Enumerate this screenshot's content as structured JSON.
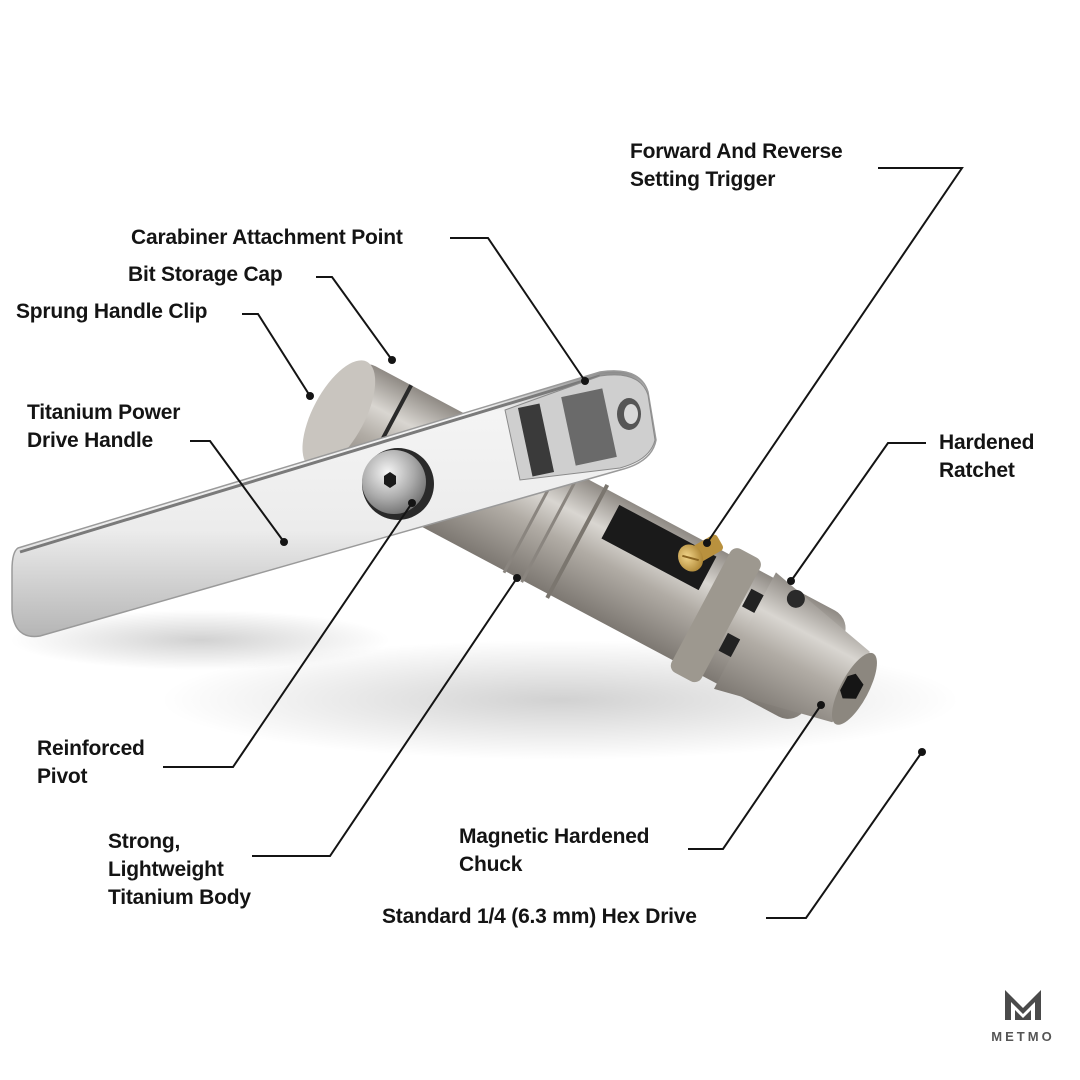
{
  "brand": {
    "name": "METMO",
    "logo_icon": "metmo-m-logo-icon",
    "logo_color": "#4a4a4a"
  },
  "product": {
    "description": "Titanium ratchet driver with folding power drive handle",
    "colors": {
      "titanium": "#a8a49e",
      "polished_handle": "#e6e6e6",
      "brass_trigger": "#c9a24a",
      "dark_slot": "#1a1a1a"
    }
  },
  "callouts": [
    {
      "id": "forward-reverse-trigger",
      "lines": [
        "Forward And Reverse",
        "Setting Trigger"
      ]
    },
    {
      "id": "carabiner-attachment-point",
      "lines": [
        "Carabiner Attachment Point"
      ]
    },
    {
      "id": "bit-storage-cap",
      "lines": [
        "Bit Storage Cap"
      ]
    },
    {
      "id": "sprung-handle-clip",
      "lines": [
        "Sprung Handle Clip"
      ]
    },
    {
      "id": "titanium-power-drive-handle",
      "lines": [
        "Titanium Power",
        "Drive Handle"
      ]
    },
    {
      "id": "hardened-ratchet",
      "lines": [
        "Hardened",
        "Ratchet"
      ]
    },
    {
      "id": "reinforced-pivot",
      "lines": [
        "Reinforced",
        "Pivot"
      ]
    },
    {
      "id": "titanium-body",
      "lines": [
        "Strong,",
        "Lightweight",
        "Titanium Body"
      ]
    },
    {
      "id": "magnetic-hardened-chuck",
      "lines": [
        "Magnetic Hardened",
        "Chuck"
      ]
    },
    {
      "id": "hex-drive",
      "lines": [
        "Standard 1/4 (6.3 mm) Hex Drive"
      ]
    }
  ],
  "leader_line_color": "#141414"
}
